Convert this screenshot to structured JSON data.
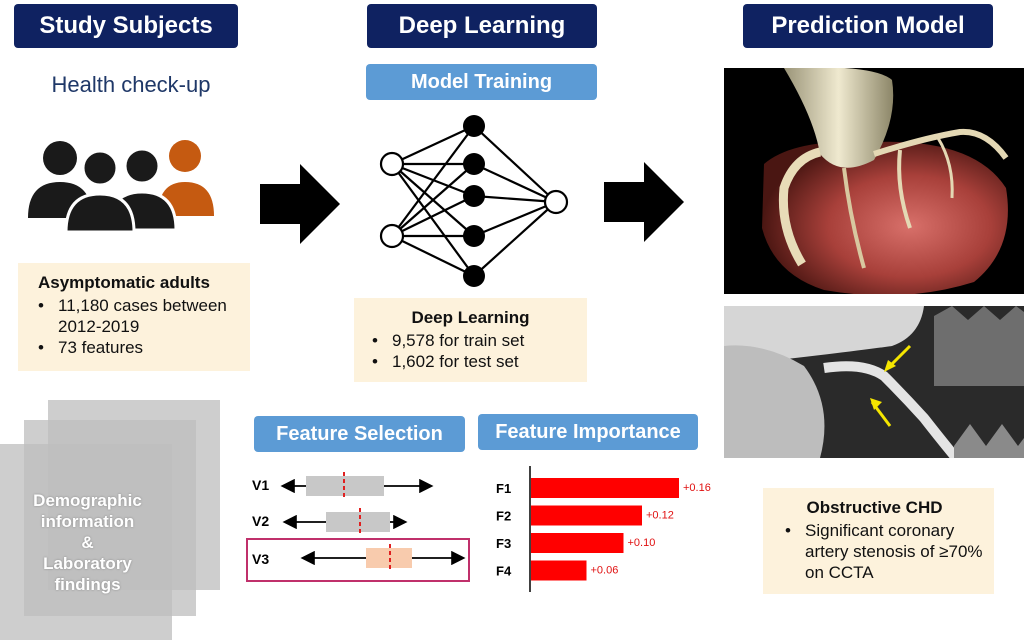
{
  "headers": {
    "study_subjects": "Study Subjects",
    "deep_learning": "Deep Learning",
    "prediction_model": "Prediction Model"
  },
  "health_checkup": "Health check-up",
  "subjects_box": {
    "title": "Asymptomatic adults",
    "bullets": [
      "11,180 cases between 2012-2019",
      "73 features"
    ]
  },
  "model_training": "Model Training",
  "dl_box": {
    "title": "Deep Learning",
    "bullets": [
      "9,578 for train set",
      "1,602 for test set"
    ]
  },
  "demographic_text": [
    "Demographic",
    "information",
    "&",
    "Laboratory",
    "findings"
  ],
  "feature_selection": {
    "label": "Feature Selection",
    "rows": [
      "V1",
      "V2",
      "V3"
    ]
  },
  "feature_importance": {
    "label": "Feature Importance",
    "bar_color": "#ff0000",
    "features": [
      "F1",
      "F2",
      "F3",
      "F4"
    ],
    "values": [
      0.16,
      0.12,
      0.1,
      0.06
    ],
    "value_labels": [
      "+0.16",
      "+0.12",
      "+0.10",
      "+0.06"
    ]
  },
  "outcome_box": {
    "title": "Obstructive CHD",
    "bullets": [
      "Significant coronary artery stenosis of ≥70% on CCTA"
    ]
  },
  "colors": {
    "navy": "#0f2261",
    "light_blue": "#5c9bd5",
    "cream": "#fdf2dc",
    "person_dark": "#1a1a1a",
    "person_orange": "#c55a11",
    "highlight_border": "#c0306b"
  }
}
